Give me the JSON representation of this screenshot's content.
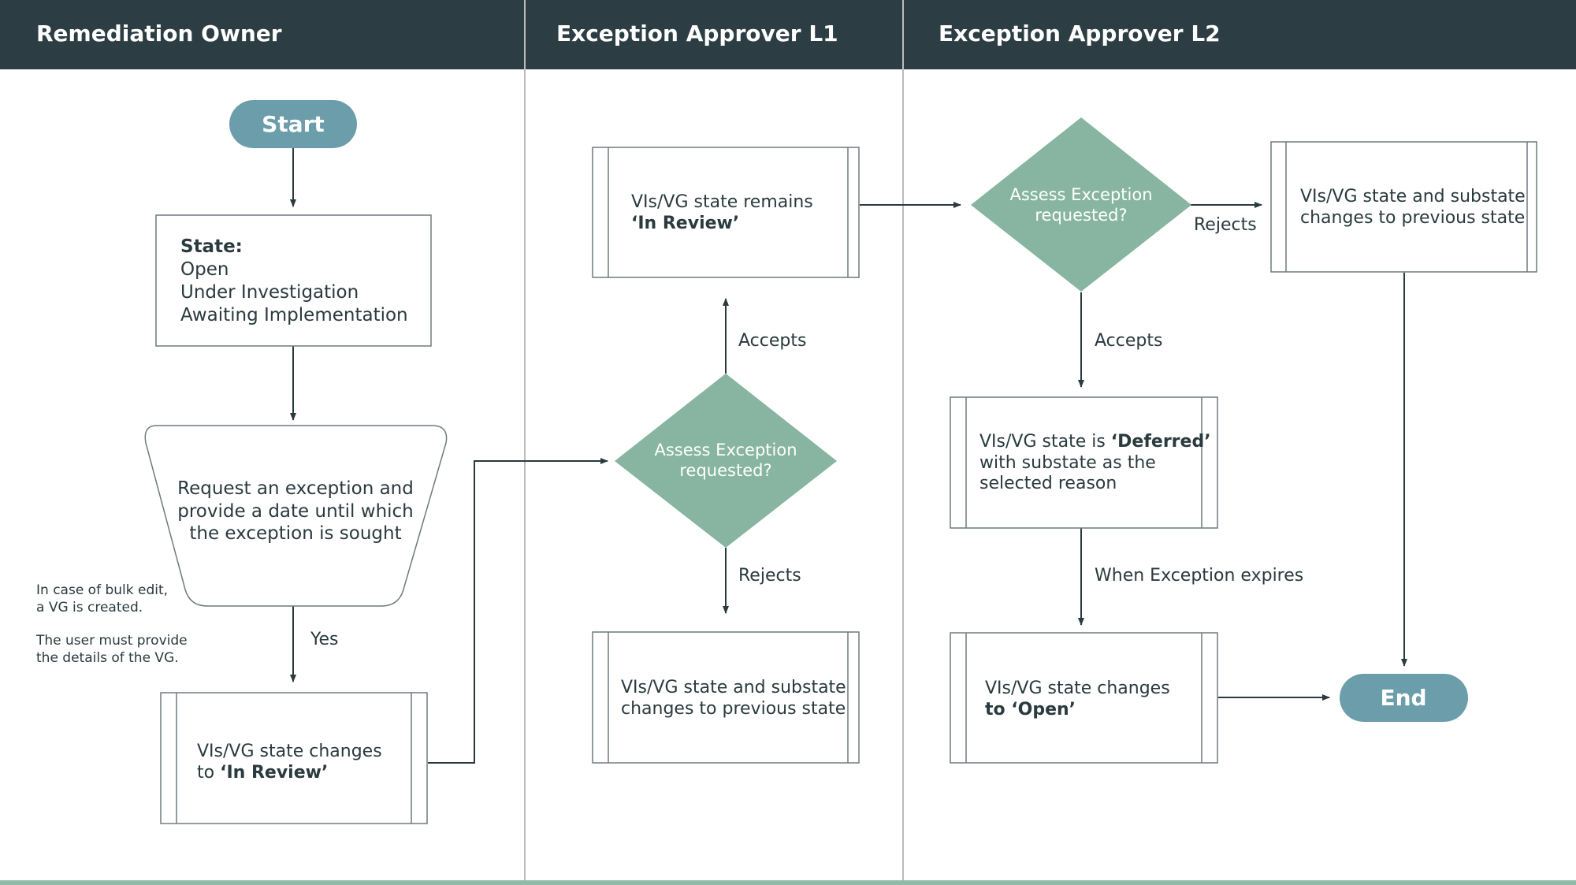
{
  "colors": {
    "header": "#2c3e44",
    "pill": "#6b9daa",
    "diamond": "#87b5a1",
    "footer": "#8fbca8",
    "divider": "#bcbcbc",
    "line": "#2a3a3e"
  },
  "lanes": [
    {
      "title": "Remediation Owner"
    },
    {
      "title": "Exception Approver L1"
    },
    {
      "title": "Exception Approver L2"
    }
  ],
  "nodes": {
    "start": {
      "label": "Start"
    },
    "state_box": {
      "heading": "State:",
      "lines": [
        "Open",
        "Under Investigation",
        "Awaiting Implementation"
      ]
    },
    "request": {
      "lines": [
        "Request an exception and",
        "provide a date until which",
        "the exception is sought"
      ]
    },
    "in_review_change": {
      "line1": "VIs/VG state changes",
      "line2_prefix": "to ",
      "line2_bold": "‘In Review’"
    },
    "assess_l1": {
      "lines": [
        "Assess Exception",
        "requested?"
      ]
    },
    "remains_review": {
      "line1": "VIs/VG state remains",
      "line2_bold": "‘In Review’"
    },
    "prev_l1": {
      "lines": [
        "VIs/VG state and substate",
        "changes to previous state"
      ]
    },
    "assess_l2": {
      "lines": [
        "Assess Exception",
        "requested?"
      ]
    },
    "prev_l2": {
      "lines": [
        "VIs/VG state and substate",
        "changes to previous state"
      ]
    },
    "deferred": {
      "line1_prefix": "VIs/VG state is ",
      "line1_bold": "‘Deferred’",
      "line2": "with substate as the",
      "line3": "selected reason"
    },
    "open_change": {
      "line1": "VIs/VG state changes",
      "line2_bold": "to ‘Open’"
    },
    "end": {
      "label": "End"
    }
  },
  "edge_labels": {
    "yes": "Yes",
    "l1_accepts": "Accepts",
    "l1_rejects": "Rejects",
    "l2_rejects": "Rejects",
    "l2_accepts": "Accepts",
    "expires": "When Exception expires"
  },
  "note": {
    "lines": [
      "In case of bulk edit,",
      "a VG is created.",
      "",
      "The user must provide",
      "the details of the VG."
    ]
  }
}
